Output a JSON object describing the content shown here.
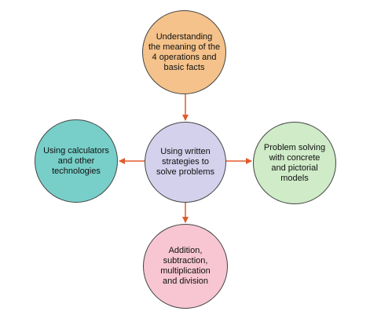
{
  "colors": {
    "arrow": "#e05a2b",
    "top": "#f4c28a",
    "center": "#d4d1ec",
    "left": "#78cfc9",
    "right": "#cfebc8",
    "bottom": "#f7c6d2"
  },
  "nodes": {
    "top": "Understanding\nthe meaning of the\n4 operations and\nbasic facts",
    "center": "Using written\nstrategies to\nsolve problems",
    "left": "Using calculators\nand other\ntechnologies",
    "right": "Problem solving\nwith concrete\nand pictorial\nmodels",
    "bottom": "Addition,\nsubtraction,\nmultiplication\nand division"
  }
}
